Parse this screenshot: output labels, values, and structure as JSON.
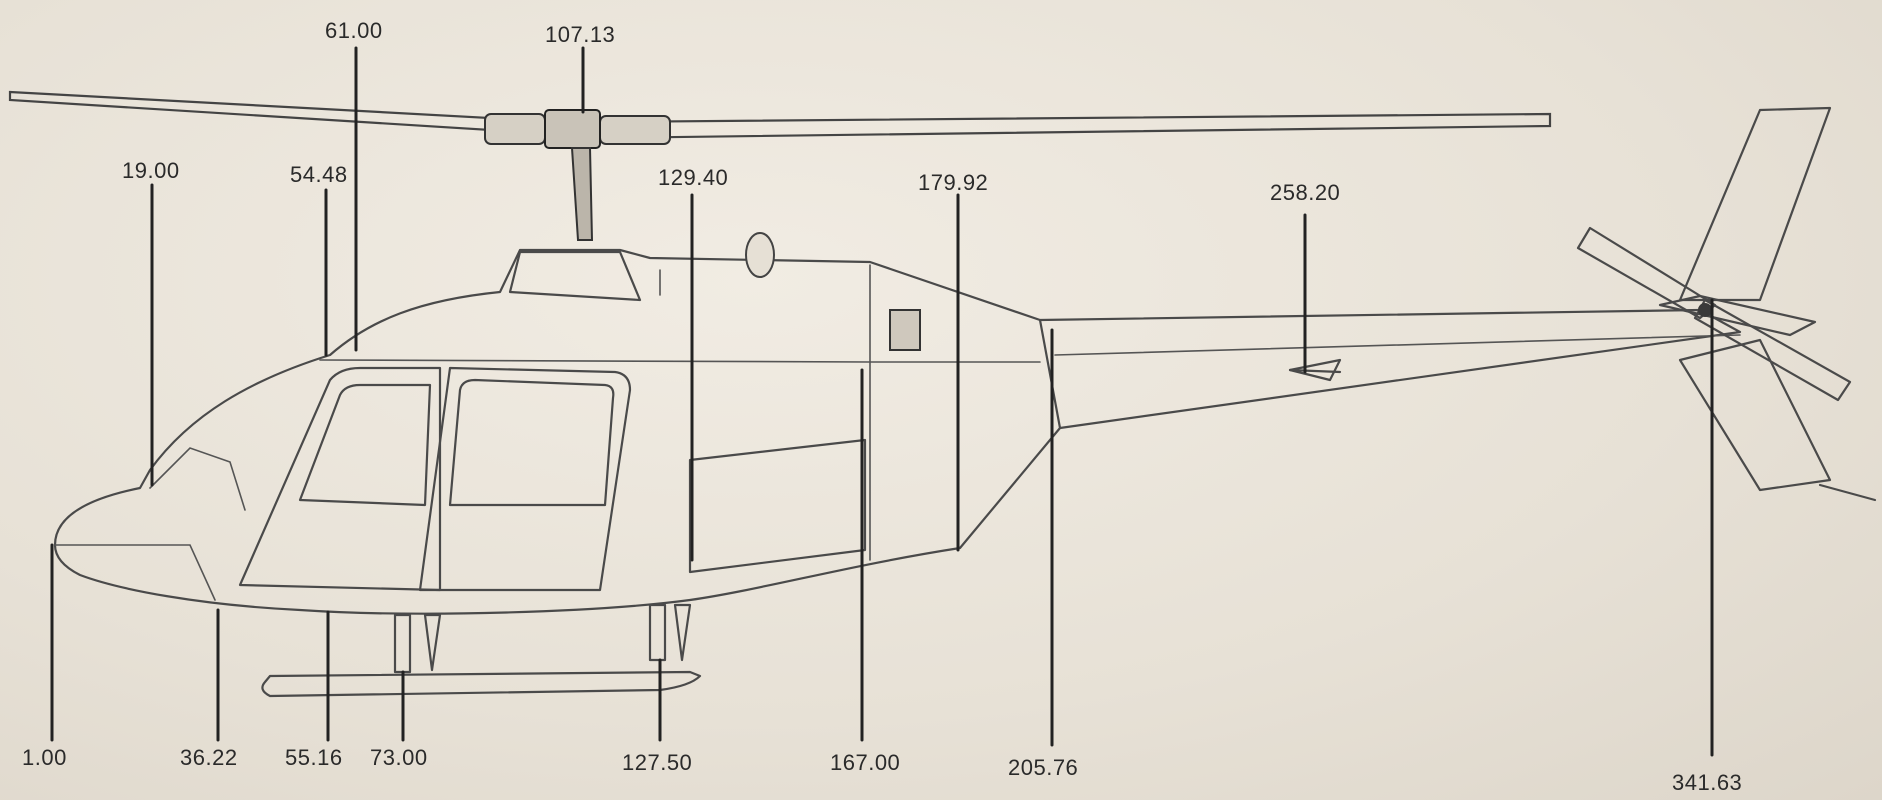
{
  "stations": {
    "s_1_00": "1.00",
    "s_19_00": "19.00",
    "s_36_22": "36.22",
    "s_54_48": "54.48",
    "s_55_16": "55.16",
    "s_61_00": "61.00",
    "s_73_00": "73.00",
    "s_107_13": "107.13",
    "s_127_50": "127.50",
    "s_129_40": "129.40",
    "s_167_00": "167.00",
    "s_179_92": "179.92",
    "s_205_76": "205.76",
    "s_258_20": "258.20",
    "s_341_63": "341.63"
  }
}
